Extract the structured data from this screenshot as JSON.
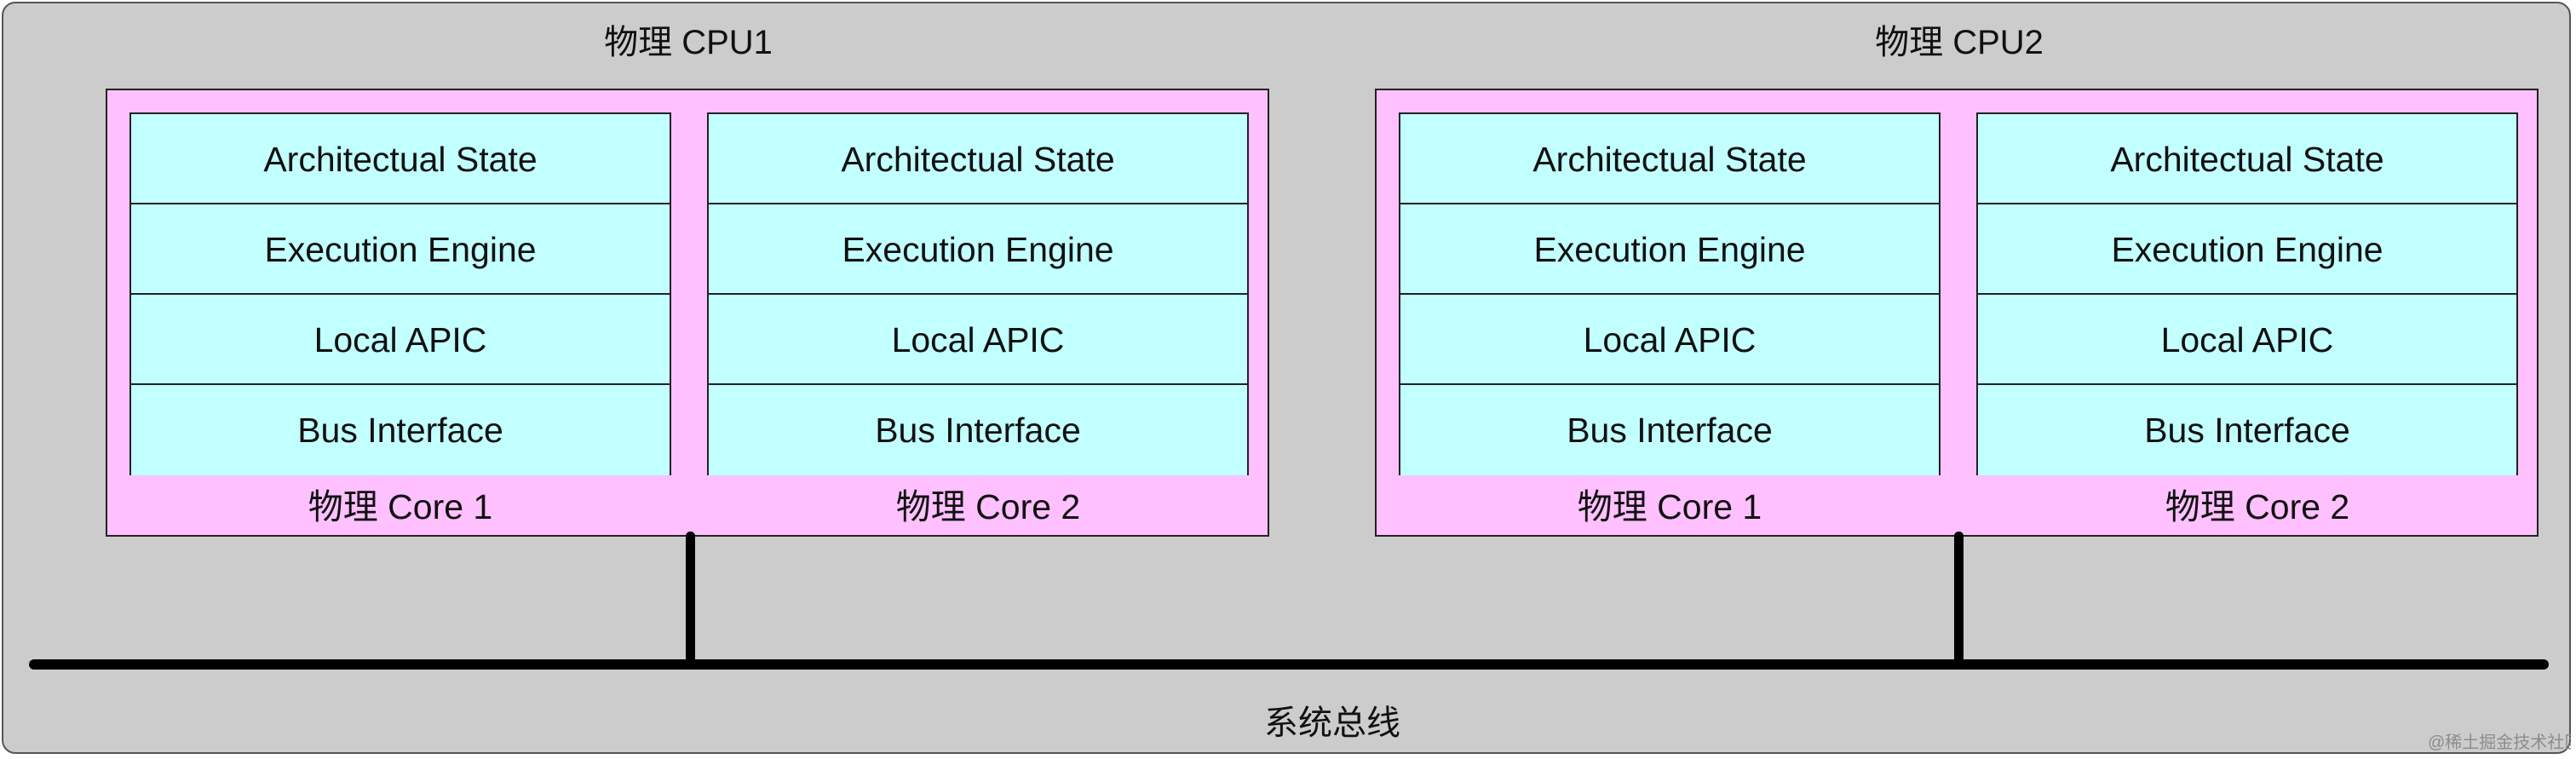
{
  "cpus": [
    {
      "title": "物理 CPU1",
      "cores": [
        {
          "label": "物理 Core 1",
          "layers": [
            "Architectual State",
            "Execution Engine",
            "Local APIC",
            "Bus Interface"
          ]
        },
        {
          "label": "物理 Core 2",
          "layers": [
            "Architectual State",
            "Execution Engine",
            "Local APIC",
            "Bus Interface"
          ]
        }
      ]
    },
    {
      "title": "物理 CPU2",
      "cores": [
        {
          "label": "物理 Core 1",
          "layers": [
            "Architectual State",
            "Execution Engine",
            "Local APIC",
            "Bus Interface"
          ]
        },
        {
          "label": "物理 Core 2",
          "layers": [
            "Architectual State",
            "Execution Engine",
            "Local APIC",
            "Bus Interface"
          ]
        }
      ]
    }
  ],
  "bus": {
    "label": "系统总线"
  },
  "watermark": "@稀土掘金技术社区",
  "colors": {
    "background": "#cccccc",
    "cpu_fill": "#ffc0ff",
    "core_fill": "#c2ffff",
    "bus": "#000000"
  }
}
